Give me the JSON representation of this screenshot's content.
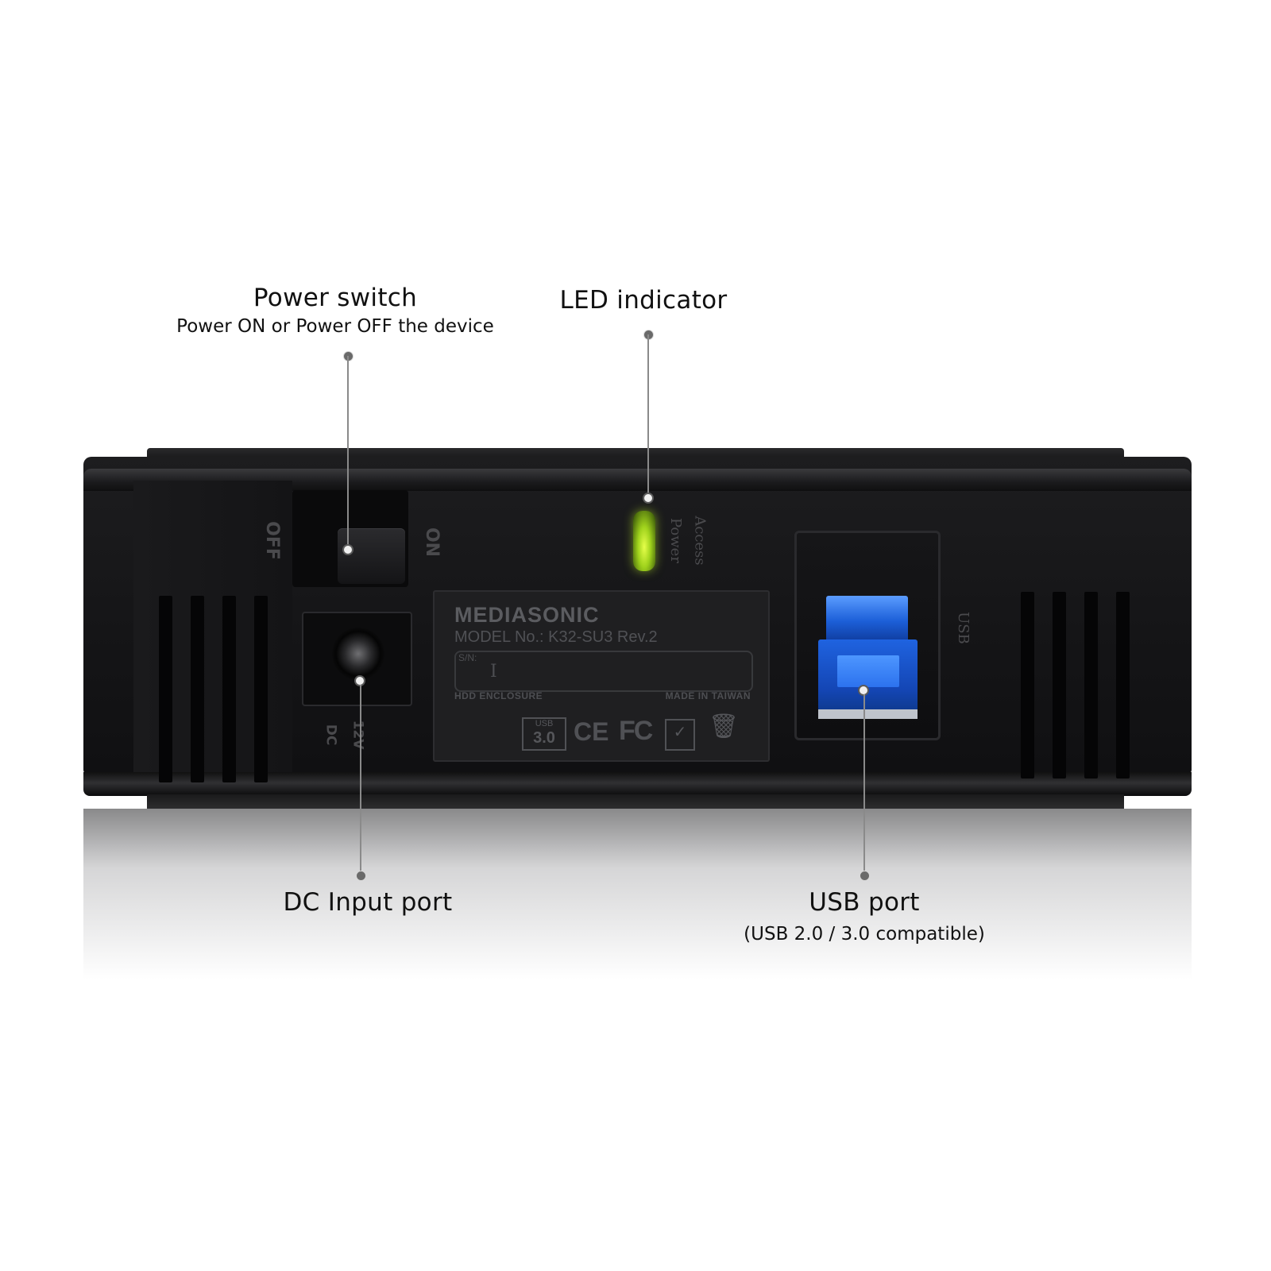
{
  "callouts": {
    "power_switch": {
      "title": "Power switch",
      "subtitle": "Power ON or Power OFF the device"
    },
    "led_indicator": {
      "title": "LED indicator"
    },
    "dc_input": {
      "title": "DC Input port"
    },
    "usb_port": {
      "title": "USB port",
      "subtitle": "(USB 2.0 / 3.0 compatible)"
    }
  },
  "device_labels": {
    "switch_off": "OFF",
    "switch_on": "ON",
    "led_power": "Power",
    "led_access": "Access",
    "dc": "DC",
    "dc_voltage": "12V",
    "usb": "USB"
  },
  "plate": {
    "brand": "MEDIASONIC",
    "model": "MODEL No.: K32-SU3  Rev.2",
    "sn_label": "S/N:",
    "sn_cursor": "I",
    "product": "HDD ENCLOSURE",
    "origin": "MADE IN TAIWAN",
    "usb_logo_top": "USB",
    "usb_logo_bottom": "3.0",
    "ce_mark": "CE",
    "fcc_mark": "FC",
    "rohs_mark": "✓",
    "weee_mark": "🗑"
  },
  "colors": {
    "background": "#ffffff",
    "device_body": "#151517",
    "led_green": "#c6f02a",
    "usb_blue": "#1f63e0",
    "leader_line": "#8a8a8a"
  }
}
